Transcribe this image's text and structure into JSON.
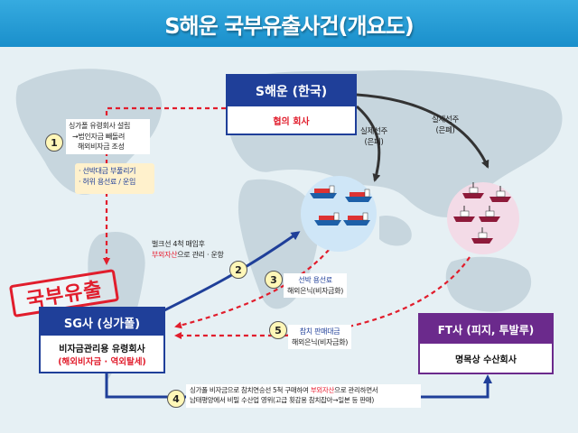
{
  "header": {
    "title": "S해운 국부유출사건(개요도)"
  },
  "s_company": {
    "title": "S해운 (한국)",
    "subtitle": "협의 회사"
  },
  "sg_company": {
    "title": "SG사 (싱가폴)",
    "line1": "비자금관리용 유령회사",
    "line2": "(해외비자금 · 역외탈세)"
  },
  "ft_company": {
    "title": "FT사 (피지, 투발루)",
    "subtitle": "명목상 수산회사"
  },
  "owner_left": {
    "line1": "실제선주",
    "line2": "(은폐)"
  },
  "owner_right": {
    "line1": "실제선주",
    "line2": "(은폐)"
  },
  "step1": {
    "num": "1",
    "line1": "싱가폴 유령회사 설립",
    "line2": "→법인자금 빼돌려",
    "line3": "해외비자금 조성",
    "note1": "· 선박대금 부풀리기",
    "note2": "· 허위 용선료 / 운임"
  },
  "step2": {
    "num": "2",
    "line1": "벌크선 4척 매입후",
    "line2_red": "부외자산",
    "line2_rest": "으로 관리 · 운항"
  },
  "step3": {
    "num": "3",
    "line1": "선박 용선료",
    "line2": "해외은닉(비자금화)"
  },
  "step4": {
    "num": "4",
    "line1_a": "싱가폴 비자금으로 참치연승선 5척 구매하여 ",
    "line1_red": "부외자산",
    "line1_b": "으로 관리하면서",
    "line2": "남태평양에서 비밀 수산업 영위(고급 횟감용 참치잡아→일본 등 판매)"
  },
  "step5": {
    "num": "5",
    "line1": "참치 판매대금",
    "line2": "해외은닉(비자금화)"
  },
  "stamp": "국부유출",
  "colors": {
    "header": "#1a8fcb",
    "navy": "#1f3f99",
    "purple": "#6b2a8c",
    "red": "#e11d2c",
    "map": "#c7d6de"
  }
}
